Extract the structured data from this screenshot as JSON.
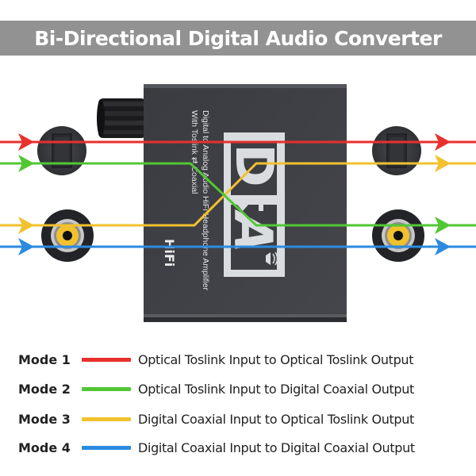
{
  "title": "Bi-Directional Digital Audio Converter",
  "device": {
    "side_text_line1": "Digital to Analog Audio HiFi Headphone Amplifier",
    "side_text_line2": "With Toslink ⇄ Coaxial",
    "logo_top": "D",
    "logo_bottom": "A",
    "badge": "HiFi",
    "icons": [
      "volume-knob-icon",
      "speaker-wave-icon",
      "arrow-down-icon",
      "arrow-up-icon"
    ]
  },
  "ports": {
    "left": [
      {
        "type": "optical-toslink",
        "role": "input"
      },
      {
        "type": "digital-coaxial",
        "role": "input"
      }
    ],
    "right": [
      {
        "type": "optical-toslink",
        "role": "output"
      },
      {
        "type": "digital-coaxial",
        "role": "output"
      }
    ]
  },
  "colors": {
    "mode1": "#e8302c",
    "mode2": "#52c734",
    "mode3": "#f2c12e",
    "mode4": "#2b8be0",
    "device": "#3d3e44",
    "title_bar": "#929292"
  },
  "modes": [
    {
      "label": "Mode 1",
      "color": "#e8302c",
      "description": "Optical Toslink Input to Optical Toslink Output",
      "from": "left optical",
      "to": "right optical"
    },
    {
      "label": "Mode 2",
      "color": "#52c734",
      "description": "Optical Toslink Input to Digital Coaxial Output",
      "from": "left optical",
      "to": "right coaxial"
    },
    {
      "label": "Mode 3",
      "color": "#f2c12e",
      "description": "Digital Coaxial Input to Optical Toslink Output",
      "from": "left coaxial",
      "to": "right optical"
    },
    {
      "label": "Mode 4",
      "color": "#2b8be0",
      "description": "Digital Coaxial Input to Digital Coaxial Output",
      "from": "left coaxial",
      "to": "right coaxial"
    }
  ]
}
